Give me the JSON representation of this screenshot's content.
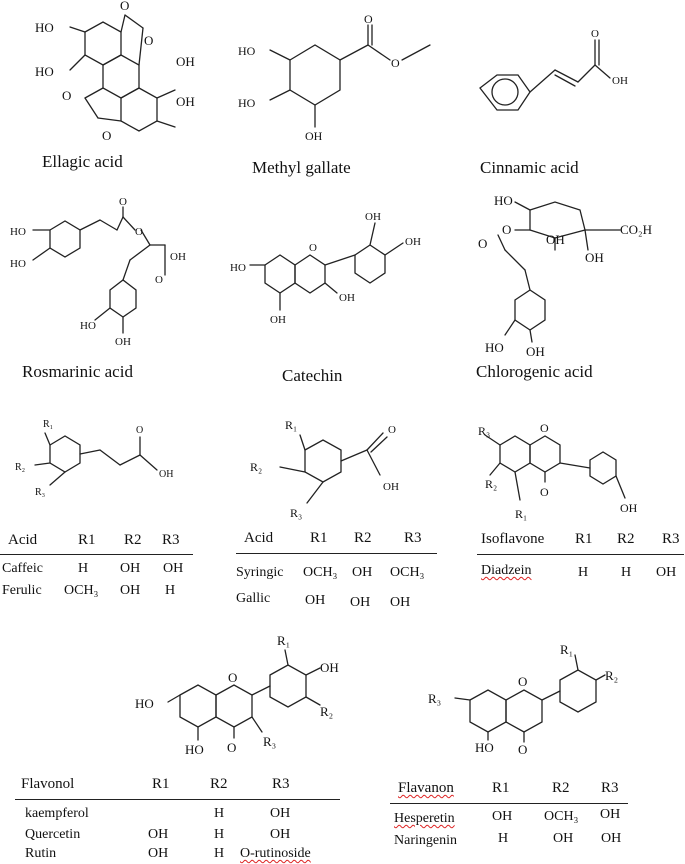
{
  "compounds": {
    "ellagic": {
      "name": "Ellagic acid",
      "labels": [
        "O",
        "HO",
        "O",
        "HO",
        "OH",
        "O",
        "OH",
        "O"
      ]
    },
    "methyl_gallate": {
      "name": "Methyl gallate",
      "labels": [
        "HO",
        "HO",
        "OH",
        "O",
        "O"
      ]
    },
    "cinnamic": {
      "name": "Cinnamic acid",
      "labels": [
        "O",
        "OH"
      ]
    },
    "rosmarinic": {
      "name": "Rosmarinic acid",
      "labels": [
        "HO",
        "HO",
        "O",
        "O",
        "O",
        "OH",
        "HO",
        "OH"
      ]
    },
    "catechin": {
      "name": "Catechin",
      "labels": [
        "OH",
        "OH",
        "HO",
        "O",
        "OH",
        "OH"
      ]
    },
    "chlorogenic": {
      "name": "Chlorogenic acid",
      "labels": [
        "HO",
        "O",
        "OH",
        "CO₂H",
        "OH",
        "O",
        "HO",
        "OH"
      ]
    }
  },
  "hydroxycinnamic": {
    "labels": [
      "R₁",
      "R₂",
      "R₃",
      "O",
      "OH"
    ],
    "table": {
      "headers": [
        "Acid",
        "R1",
        "R2",
        "R3"
      ],
      "rows": [
        {
          "name": "Caffeic",
          "r1": "H",
          "r2": "OH",
          "r3": "OH"
        },
        {
          "name": "Ferulic",
          "r1": "OCH₃",
          "r2": "OH",
          "r3": "H"
        }
      ]
    }
  },
  "hydroxybenzoic": {
    "labels": [
      "R₁",
      "R₂",
      "R₃",
      "O",
      "OH"
    ],
    "table": {
      "headers": [
        "Acid",
        "R1",
        "R2",
        "R3"
      ],
      "rows": [
        {
          "name": "Syringic",
          "r1": "OCH₃",
          "r2": "OH",
          "r3": "OCH₃"
        },
        {
          "name": "Gallic",
          "r1": "OH",
          "r2": "OH",
          "r3": "OH"
        }
      ]
    }
  },
  "isoflavone": {
    "labels": [
      "R₃",
      "O",
      "R₂",
      "R₁",
      "O",
      "OH"
    ],
    "table": {
      "headers": [
        "Isoflavone",
        "R1",
        "R2",
        "R3"
      ],
      "rows": [
        {
          "name": "Diadzein",
          "r1": "H",
          "r2": "H",
          "r3": "OH"
        }
      ]
    }
  },
  "flavonol": {
    "labels": [
      "R₁",
      "OH",
      "HO",
      "O",
      "R₂",
      "R₃",
      "HO",
      "O"
    ],
    "table": {
      "headers": [
        "Flavonol",
        "R1",
        "R2",
        "R3"
      ],
      "rows": [
        {
          "name": "kaempferol",
          "r1": "",
          "r2": "H",
          "r3": "OH"
        },
        {
          "name": "Quercetin",
          "r1": "OH",
          "r2": "H",
          "r3": "OH"
        },
        {
          "name": "Rutin",
          "r1": "OH",
          "r2": "H",
          "r3": "O-rutinoside"
        }
      ]
    }
  },
  "flavanone": {
    "labels": [
      "R₁",
      "R₂",
      "R₃",
      "O",
      "HO",
      "O"
    ],
    "table": {
      "headers": [
        "Flavanon",
        "R1",
        "R2",
        "R3"
      ],
      "rows": [
        {
          "name": "Hesperetin",
          "r1": "OH",
          "r2": "OCH₃",
          "r3": "OH"
        },
        {
          "name": "Naringenin",
          "r1": "H",
          "r2": "OH",
          "r3": "OH"
        }
      ]
    }
  }
}
